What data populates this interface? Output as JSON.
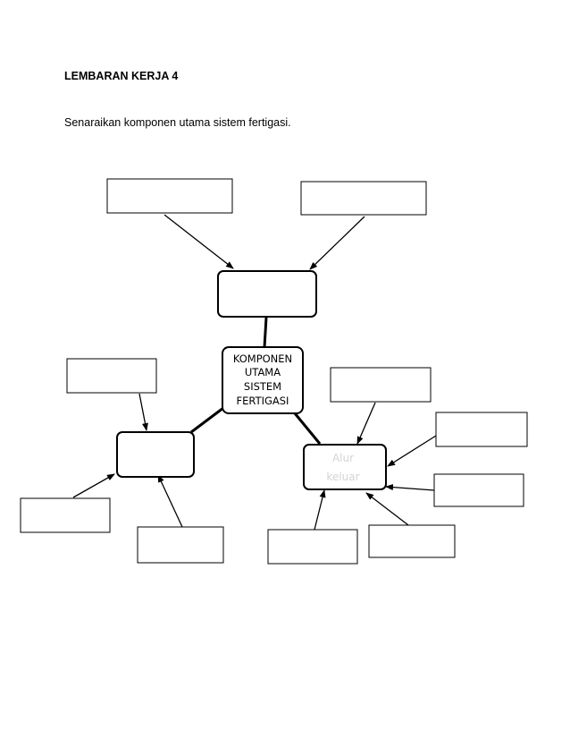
{
  "document": {
    "heading": "LEMBARAN KERJA 4",
    "instruction": "Senaraikan komponen utama sistem fertigasi."
  },
  "diagram": {
    "center_lines": [
      "KOMPONEN",
      "UTAMA",
      "SISTEM",
      "FERTIGASI"
    ],
    "output_node_lines": [
      "Alur",
      "keluar"
    ],
    "colors": {
      "stroke": "#000000",
      "faded_text": "#d4d4d4",
      "background": "#ffffff"
    }
  }
}
